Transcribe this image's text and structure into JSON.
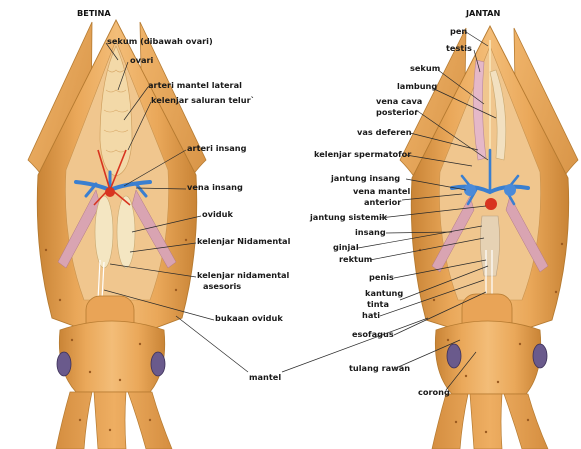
{
  "female": {
    "title": "BETINA",
    "labels": [
      "sekum (dibawah ovari)",
      "ovari",
      "arteri mantel lateral",
      "kelenjar saluran telur`",
      "arteri insang",
      "vena insang",
      "oviduk",
      "kelenjar Nidamental",
      "kelenjar nidamental",
      "asesoris",
      "bukaan oviduk"
    ]
  },
  "male": {
    "title": "JANTAN",
    "labels": [
      "pen",
      "testis",
      "sekum",
      "lambung",
      "vena cava",
      "posterior",
      "vas deferen",
      "kelenjar spermatofor",
      "jantung insang",
      "vena mantel",
      "anterior",
      "jantung sistemik",
      "insang",
      "ginjal",
      "rektum",
      "penis",
      "kantung",
      "tinta",
      "hati",
      "esofagus",
      "tulang rawan",
      "corong"
    ]
  },
  "shared": {
    "mantle_label": "mantel"
  },
  "colors": {
    "body": "#e9a457",
    "body_dark": "#c98436",
    "body_light": "#f6c98a",
    "gland": "#f2e2b8",
    "gill": "#cfa0b0",
    "vein_blue": "#3a7fd0",
    "artery_red": "#d8341f",
    "eye": "#6a5a8c"
  }
}
